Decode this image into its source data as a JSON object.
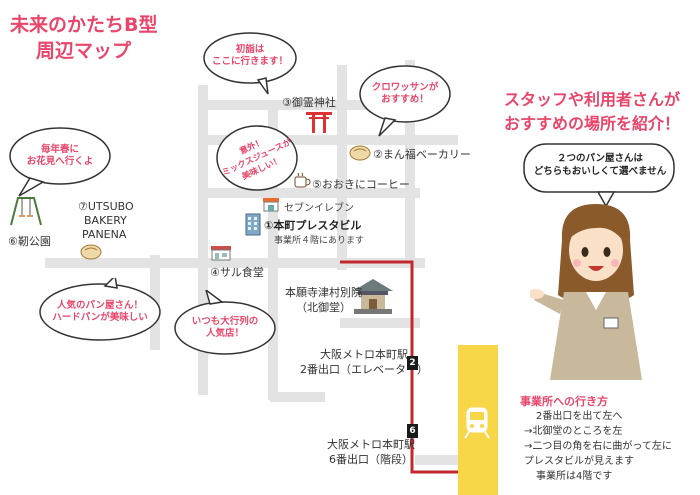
{
  "title": {
    "line1": "未来のかたちB型",
    "line2": "周辺マップ"
  },
  "subtitle": {
    "line1": "スタッフや利用者さんが",
    "line2": "おすすめの場所を紹介！"
  },
  "staff_bubble": {
    "line1": "２つのパン屋さんは",
    "line2": "どちらもおいしくて選べません"
  },
  "bubbles": {
    "first_visit": {
      "line1": "初詣は",
      "line2": "ここに行きます！"
    },
    "croissant": {
      "line1": "クロワッサンが",
      "line2": "おすすめ！"
    },
    "mix_juice": {
      "line1": "意外！",
      "line2": "ミックスジュースが",
      "line3": "美味しい！"
    },
    "hanami": {
      "line1": "毎年春に",
      "line2": "お花見へ行くよ"
    },
    "bakery_love": {
      "line1": "人気のパン屋さん！",
      "line2": "ハードパンが美味しい"
    },
    "always_line": {
      "line1": "いつも大行列の",
      "line2": "人気店！"
    }
  },
  "places": {
    "goryo": "③御霊神社",
    "manpuku": "②まん福ベーカリー",
    "ookini": "⑤おおきにコーヒー",
    "seven": "セブンイレブン",
    "office": "①本町プレスタビル",
    "office_note": "事業所４階にあります",
    "saru": "④サル食堂",
    "tsubo_1": "⑦UTSUBO",
    "tsubo_2": "BAKERY",
    "tsubo_3": "PANENA",
    "utsubo_park": "⑥靭公園",
    "temple_1": "本願寺津村別院",
    "temple_2": "（北御堂）",
    "exit2_1": "大阪メトロ本町駅",
    "exit2_2": "2番出口（エレベーター）",
    "exit6_1": "大阪メトロ本町駅",
    "exit6_2": "6番出口（階段）"
  },
  "markers": {
    "exit2": "2",
    "exit6": "6"
  },
  "access": {
    "title": "事業所への行き方",
    "lines": [
      "2番出口を出て左へ",
      "→北御堂のところを左",
      "→二つ目の角を右に曲がって左に",
      "プレスタビルが見えます",
      "事業所は4階です"
    ]
  },
  "colors": {
    "accent": "#e8466a",
    "route": "#c0282e",
    "station": "#f7d648",
    "road": "#e3e3e3"
  },
  "icons": [
    "torii-icon",
    "bread-icon",
    "coffee-icon",
    "store-icon",
    "building-icon",
    "restaurant-icon",
    "swing-icon",
    "temple-icon",
    "train-icon",
    "staff-illustration"
  ]
}
